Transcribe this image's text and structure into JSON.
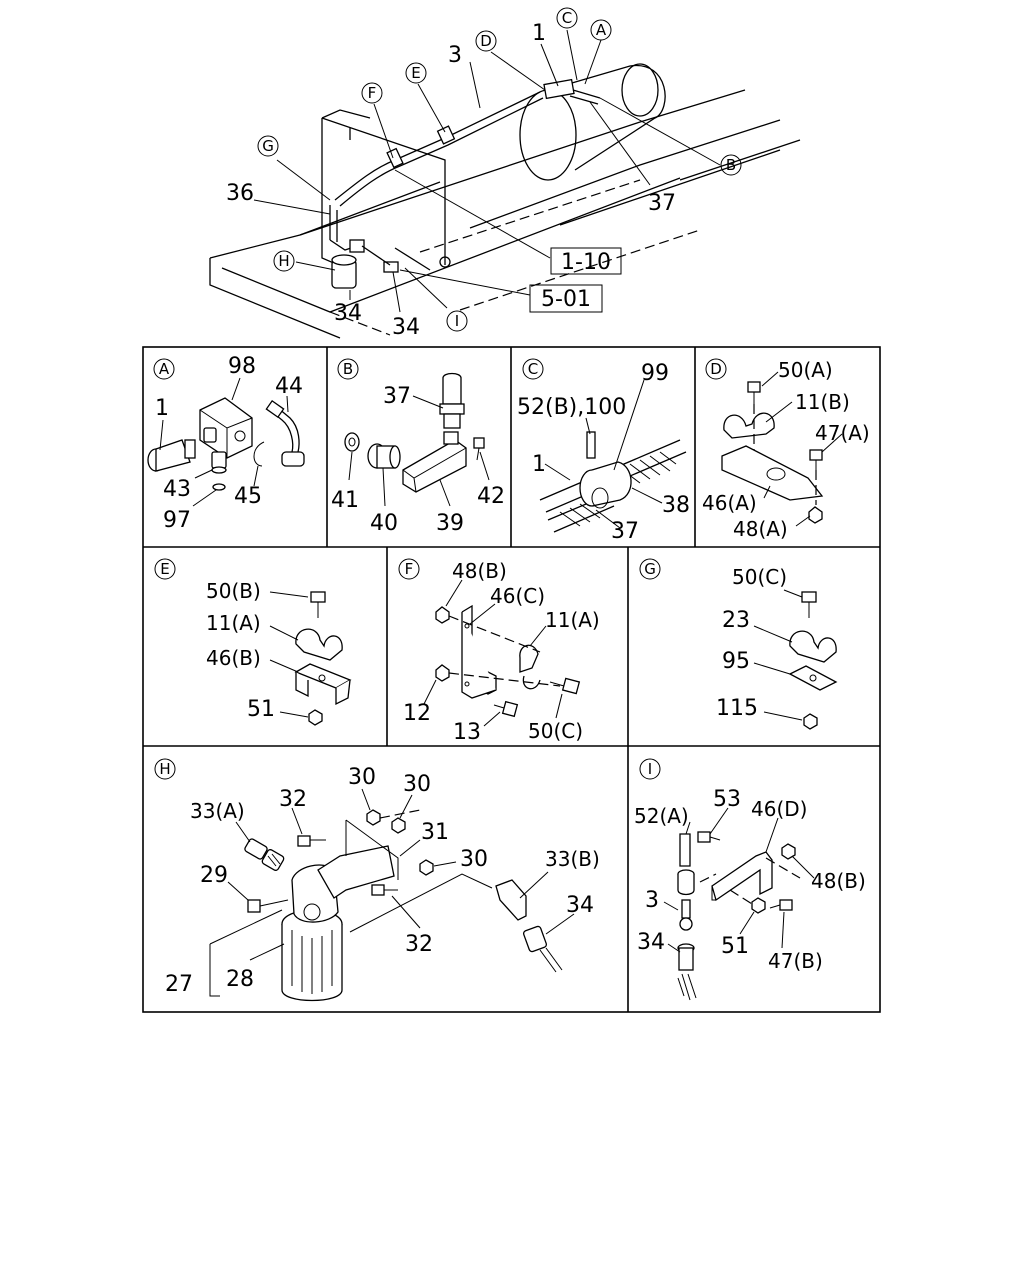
{
  "overview": {
    "callouts": {
      "c": "C",
      "a": "A",
      "d": "D",
      "e": "E",
      "f": "F",
      "g": "G",
      "b": "B",
      "h": "H",
      "i": "I"
    },
    "numbers": {
      "n1": "1",
      "n3": "3",
      "n36": "36",
      "n37": "37",
      "n34a": "34",
      "n34b": "34"
    },
    "refs": {
      "r110": "1-10",
      "r501": "5-01"
    }
  },
  "panels": {
    "A": {
      "letter": "A",
      "labels": {
        "n98": "98",
        "n44": "44",
        "n1": "1",
        "n43": "43",
        "n97": "97",
        "n45": "45"
      }
    },
    "B": {
      "letter": "B",
      "labels": {
        "n37": "37",
        "n41": "41",
        "n40": "40",
        "n39": "39",
        "n42": "42"
      }
    },
    "C": {
      "letter": "C",
      "labels": {
        "n99": "99",
        "n52b100": "52(B),100",
        "n1": "1",
        "n38": "38",
        "n37": "37"
      }
    },
    "D": {
      "letter": "D",
      "labels": {
        "n50a": "50(A)",
        "n11b": "11(B)",
        "n47a": "47(A)",
        "n46a": "46(A)",
        "n48a": "48(A)"
      }
    },
    "E": {
      "letter": "E",
      "labels": {
        "n50b": "50(B)",
        "n11a": "11(A)",
        "n46b": "46(B)",
        "n51": "51"
      }
    },
    "F": {
      "letter": "F",
      "labels": {
        "n48b": "48(B)",
        "n46c": "46(C)",
        "n11a": "11(A)",
        "n12": "12",
        "n13": "13",
        "n50c": "50(C)"
      }
    },
    "G": {
      "letter": "G",
      "labels": {
        "n50c": "50(C)",
        "n23": "23",
        "n95": "95",
        "n115": "115"
      }
    },
    "H": {
      "letter": "H",
      "labels": {
        "n30a": "30",
        "n30b": "30",
        "n32a": "32",
        "n33a": "33(A)",
        "n31": "31",
        "n30c": "30",
        "n33b": "33(B)",
        "n29": "29",
        "n34": "34",
        "n32b": "32",
        "n27": "27",
        "n28": "28"
      }
    },
    "I": {
      "letter": "I",
      "labels": {
        "n53": "53",
        "n52a": "52(A)",
        "n46d": "46(D)",
        "n48b": "48(B)",
        "n3": "3",
        "n51": "51",
        "n34": "34",
        "n47b": "47(B)"
      }
    }
  }
}
